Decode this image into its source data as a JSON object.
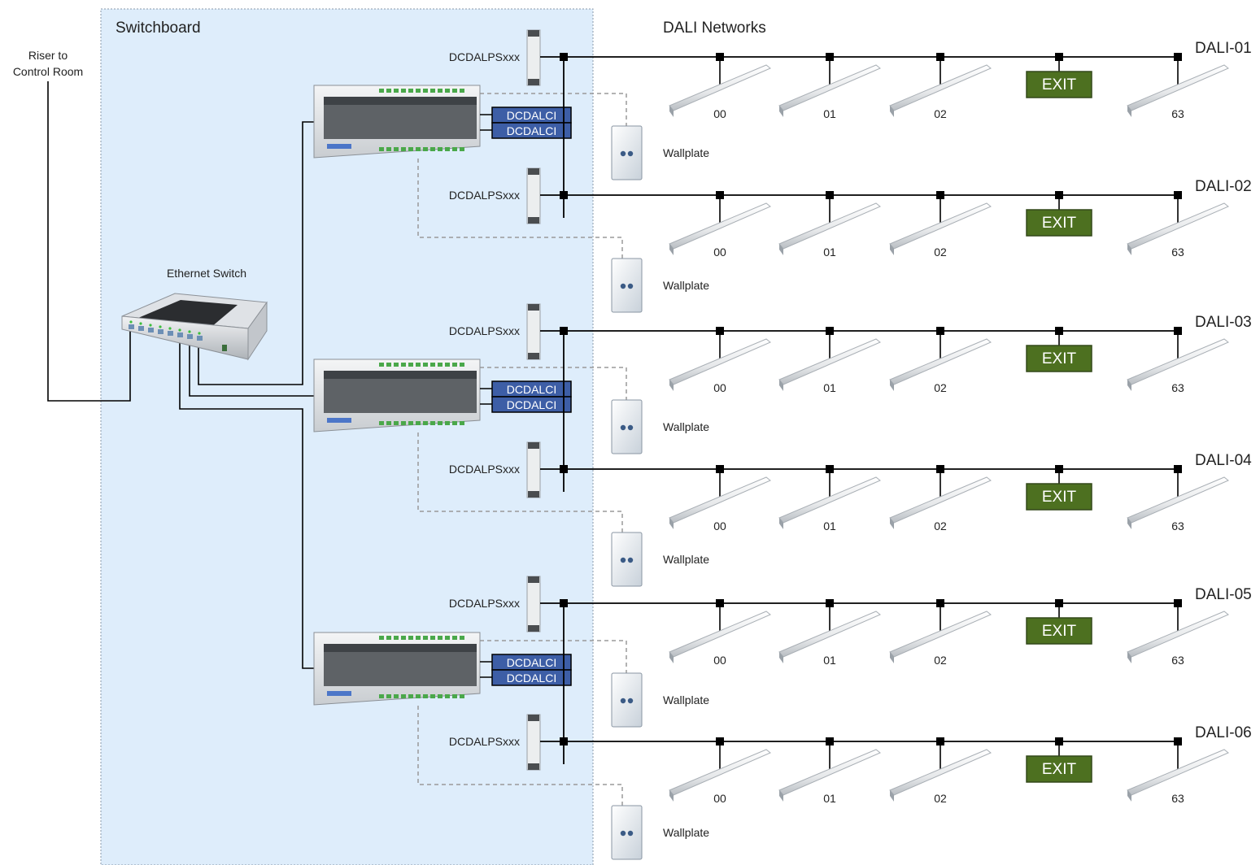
{
  "switchboard": {
    "title": "Switchboard",
    "fill": "#deedfb",
    "border": "#8a99a8"
  },
  "dali_section": {
    "title": "DALI Networks"
  },
  "riser": {
    "label_line1": "Riser to",
    "label_line2": "Control Room"
  },
  "ethernet_switch": {
    "label": "Ethernet Switch"
  },
  "interface_label": "DCDALCI",
  "power_supply_label": "DCDALPSxxx",
  "wallplate_label": "Wallplate",
  "exit_label": "EXIT",
  "colors": {
    "interface_fill": "#3d5ea6",
    "exit_fill": "#4d7020",
    "exit_border": "#33491a",
    "bus_line": "#000000",
    "dashed_link": "#9a9a9a"
  },
  "networks": [
    {
      "name": "DALI-01",
      "devices": [
        "00",
        "01",
        "02",
        "63"
      ]
    },
    {
      "name": "DALI-02",
      "devices": [
        "00",
        "01",
        "02",
        "63"
      ]
    },
    {
      "name": "DALI-03",
      "devices": [
        "00",
        "01",
        "02",
        "63"
      ]
    },
    {
      "name": "DALI-04",
      "devices": [
        "00",
        "01",
        "02",
        "63"
      ]
    },
    {
      "name": "DALI-05",
      "devices": [
        "00",
        "01",
        "02",
        "63"
      ]
    },
    {
      "name": "DALI-06",
      "devices": [
        "00",
        "01",
        "02",
        "63"
      ]
    }
  ]
}
